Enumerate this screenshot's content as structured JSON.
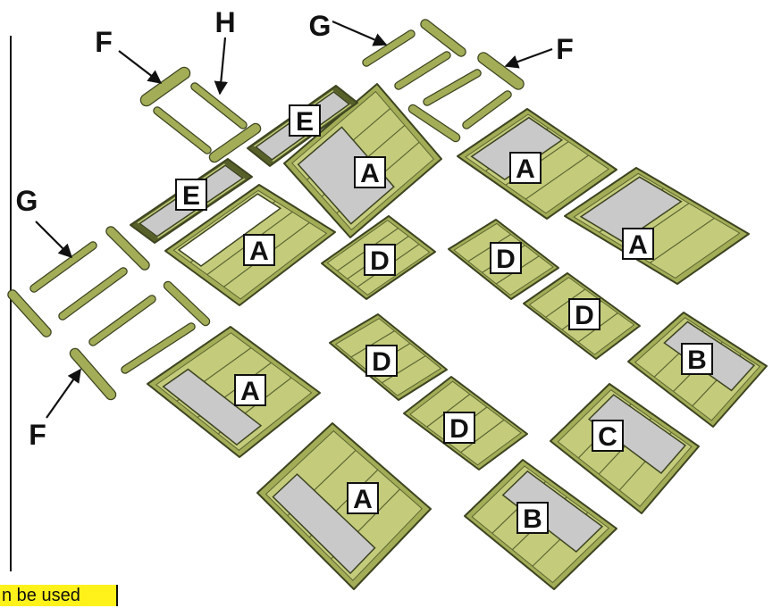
{
  "title": "",
  "footer_note": "n be used",
  "colors": {
    "wood": "#a3ad57",
    "wood_dark": "#3d4420",
    "wood_light": "#c4cc7c",
    "plank_line": "#5d6630",
    "opening": "#c9c9c9",
    "label_bg": "#ffffff",
    "label_border": "#111111"
  },
  "panel_labels": {
    "a1": "A",
    "a2": "A",
    "a3": "A",
    "a4": "A",
    "a5": "A",
    "a6": "A",
    "b1": "B",
    "b2": "B",
    "c1": "C",
    "d1": "D",
    "d2": "D",
    "d3": "D",
    "d4": "D",
    "d5": "D",
    "e1": "E",
    "e2": "E"
  },
  "callouts": {
    "f_top_left": "F",
    "h_top": "H",
    "g_top": "G",
    "f_top_right": "F",
    "g_left": "G",
    "f_bottom_left": "F"
  }
}
